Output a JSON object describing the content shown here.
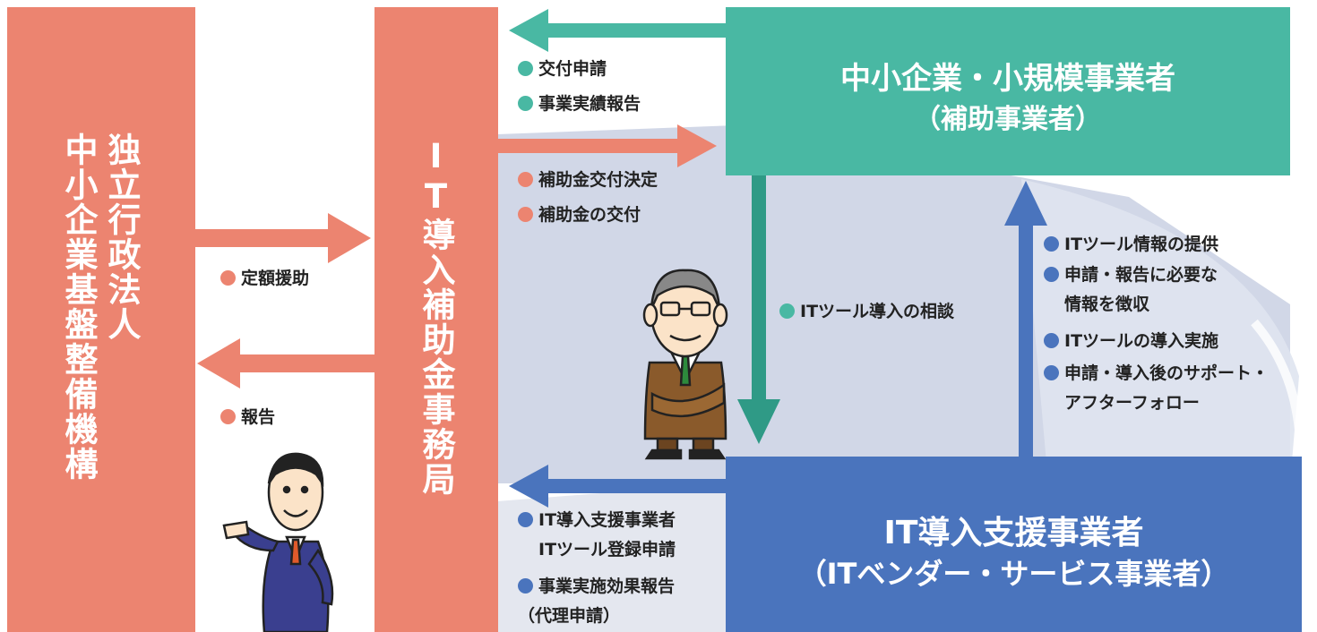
{
  "org_left": {
    "line1": "独立行政法人",
    "line2": "中小企業基盤整備機構"
  },
  "org_center": {
    "title": "IT導入補助金事務局"
  },
  "sme_box": {
    "line1": "中小企業・小規模事業者",
    "line2": "（補助事業者）"
  },
  "vendor_box": {
    "line1": "IT導入支援事業者",
    "line2": "（ITベンダー・サービス事業者）"
  },
  "labels": {
    "teal_top": [
      "交付申請",
      "事業実績報告"
    ],
    "salmon_mid": [
      "補助金交付決定",
      "補助金の交付"
    ],
    "left_top": "定額援助",
    "left_bottom": "報告",
    "consult": "ITツール導入の相談",
    "vendor_services": [
      "ITツール情報の提供",
      "申請・報告に必要な",
      "情報を徴収",
      "ITツールの導入実施",
      "申請・導入後のサポート・",
      "アフターフォロー"
    ],
    "vendor_reports": [
      "IT導入支援事業者",
      "ITツール登録申請",
      "事業実施効果報告",
      "（代理申請）"
    ]
  },
  "colors": {
    "salmon": "#ec8470",
    "teal": "#49b8a3",
    "blue": "#4a74bd",
    "bg_tint": "#c5cde0"
  },
  "icons": [
    "businessman-arms-crossed",
    "businessman-pointing"
  ]
}
